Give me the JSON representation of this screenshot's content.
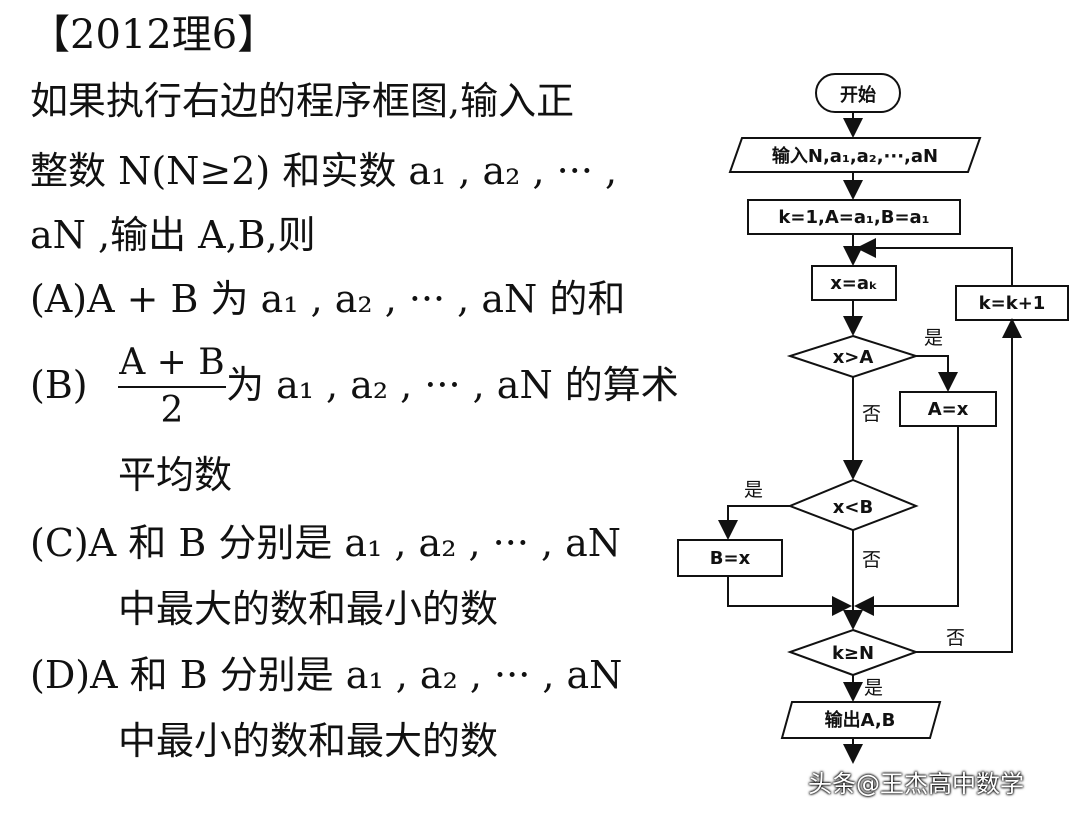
{
  "header": {
    "title": "【2012理6】"
  },
  "question": {
    "stem_line1": "如果执行右边的程序框图,输入正",
    "stem_line2": "整数 N(N≥2) 和实数 a₁ , a₂ , ··· ,",
    "stem_line3": "aN ,输出 A,B,则",
    "option_a": "(A)A + B 为 a₁ , a₂ , ··· , aN 的和",
    "option_b_label": "(B)",
    "option_b_num": "A + B",
    "option_b_den": "2",
    "option_b_text": "为 a₁ , a₂ , ··· , aN 的算术",
    "option_b_cont": "平均数",
    "option_c": "(C)A 和 B 分别是 a₁ , a₂ , ··· , aN",
    "option_c_cont": "中最大的数和最小的数",
    "option_d": "(D)A 和 B 分别是 a₁ , a₂ , ··· , aN",
    "option_d_cont": "中最小的数和最大的数"
  },
  "flowchart": {
    "start": "开始",
    "input": "输入N,a₁,a₂,···,aN",
    "init": "k=1,A=a₁,B=a₁",
    "assign": "x=aₖ",
    "cond1": "x>A",
    "cond1_yes": "是",
    "cond1_no": "否",
    "set_a": "A=x",
    "cond2": "x<B",
    "cond2_yes": "是",
    "cond2_no": "否",
    "set_b": "B=x",
    "cond3": "k≥N",
    "cond3_no": "否",
    "cond3_yes": "是",
    "increment": "k=k+1",
    "output": "输出A,B"
  },
  "watermark": {
    "text": "头条@王杰高中数学"
  }
}
